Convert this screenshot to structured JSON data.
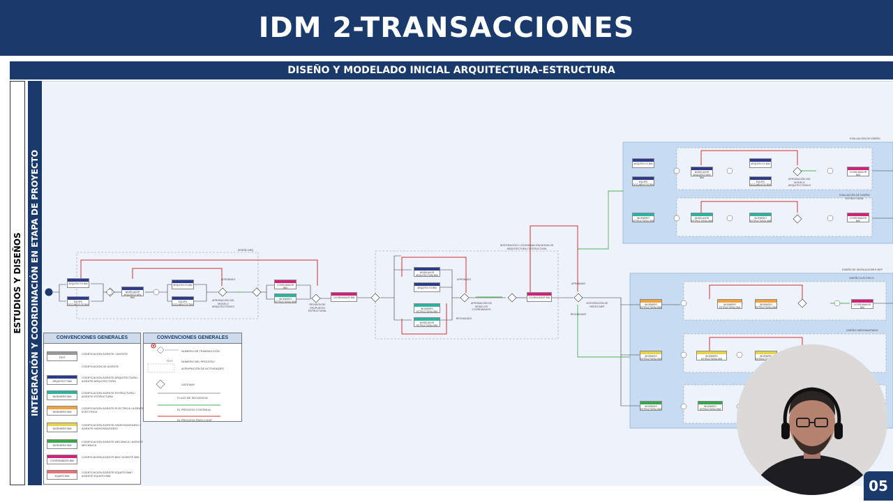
{
  "title": "IDM 2-TRANSACCIONES",
  "subtitle": "DISEÑO Y MODELADO INICIAL ARQUITECTURA-ESTRUCTURA",
  "lane_outer": "ESTUDIOS Y DISEÑOS",
  "lane_inner": "INTEGRACIÓN Y COORDINACIÓN EN ETAPA DE PROYECTO",
  "page_number": "05",
  "colors": {
    "navy": "#1a3a6b",
    "arch_band": "#2d3a8c",
    "struct_band": "#2bb3a0",
    "coord_band": "#d0227a",
    "elec_band": "#f0a23c",
    "hydro_band": "#e6d34a",
    "mech_band": "#3aa64a",
    "flow_green": "#4caf50",
    "flow_red": "#d32f2f"
  },
  "legend1": {
    "title": "CONVENCIONES GENERALES",
    "rows": [
      {
        "chip": "TEXT",
        "desc": "CODIFICACIÓN AGENTE / AGENTE"
      },
      {
        "chip": "",
        "desc": "CODIFICACIÓN DE AGENTE"
      },
      {
        "chip": "ARQUITECT BIM",
        "desc": "CODIFICACIÓN AGENTE ARQUITECTURA / AGENTE ARQUITECTURA"
      },
      {
        "chip": "INGENIERO BIM",
        "desc": "CODIFICACIÓN AGENTE ESTRUCTURA / AGENTE ESTRUCTURA"
      },
      {
        "chip": "INGENIERO BIM",
        "desc": "CODIFICACIÓN AGENTE ELÉCTRICA / AGENTE ELÉCTRICA"
      },
      {
        "chip": "INGENIERO BIM",
        "desc": "CODIFICACIÓN AGENTE HIDROSANITARIO / AGENTE HIDROSANITARIO"
      },
      {
        "chip": "INGENIERO BIM",
        "desc": "CODIFICACIÓN AGENTE MECÁNICA / AGENTE MECÁNICA"
      },
      {
        "chip": "COORDINADOR BIM",
        "desc": "CODIFICACIÓN AGENTE BIM / AGENTE BIM"
      },
      {
        "chip": "EQUIPO BIM",
        "desc": "CODIFICACIÓN AGENTE EQUIPO BIM / AGENTE EQUIPO BIM"
      }
    ]
  },
  "legend2": {
    "title": "CONVENCIONES GENERALES",
    "rows": [
      "NÚMERO DE TRANSACCIÓN",
      "NÚMERO DEL PROCESO",
      "AGRUPACIÓN DE ACTIVIDADES",
      "GATEWAY",
      "FLUJO DE SECUENCIA",
      "EL PROCESO CONTINUA",
      "EL PROCESO PASO LOOP"
    ],
    "text_sample": "TEXT"
  },
  "diagram": {
    "group_labels": [
      "DISEÑO ARQ",
      "INTEGRACIÓN Y COORDINACIÓN MODELOS ARQUITECTURA Y ESTRUCTURA",
      "EVALUACIÓN DE DISEÑO",
      "EVALUACIÓN DE DISEÑO ESTRUCTURAL",
      "DISEÑO DE INSTALACIONES MEP",
      "DISEÑO ELÉCTRICO",
      "DISEÑO HIDROSANITARIO"
    ],
    "boxes": [
      {
        "lbl": "ARQUITECTO BIM",
        "band": "arch_band"
      },
      {
        "lbl": "EQUIPO DOCUMENTOS BIM",
        "band": "arch_band"
      },
      {
        "lbl": "MODELADOR ARQUITECTURA BIM",
        "band": "arch_band"
      },
      {
        "lbl": "ARQUITECTO BIM",
        "band": "arch_band"
      },
      {
        "lbl": "EQUIPO DOCUMENTOS BIM",
        "band": "arch_band"
      },
      {
        "lbl": "COORDINADOR BIM",
        "band": "coord_band"
      },
      {
        "lbl": "INGENIERO ESTRUCTURAL BIM",
        "band": "struct_band"
      },
      {
        "lbl": "COORDINADOR BIM",
        "band": "coord_band"
      },
      {
        "lbl": "MODELADOR ARQUITECTURA BIM",
        "band": "arch_band"
      },
      {
        "lbl": "ARQUITECTO BIM",
        "band": "arch_band"
      },
      {
        "lbl": "INGENIERO ESTRUCTURAL BIM",
        "band": "struct_band"
      },
      {
        "lbl": "MODELADOR ESTRUCTURAL BIM",
        "band": "struct_band"
      },
      {
        "lbl": "COORDINADOR BIM",
        "band": "coord_band"
      }
    ],
    "notes": [
      "APROBADO",
      "APROBACIÓN DEL MODELO ARQUITECTÓNICO",
      "REVISIÓN DE PROPUESTA ESTRUCTURAL",
      "APROBACIÓN DE MODELOS COORDINADOS",
      "INTEGRACIÓN DE REDES MEP",
      "RECHAZADO"
    ]
  }
}
